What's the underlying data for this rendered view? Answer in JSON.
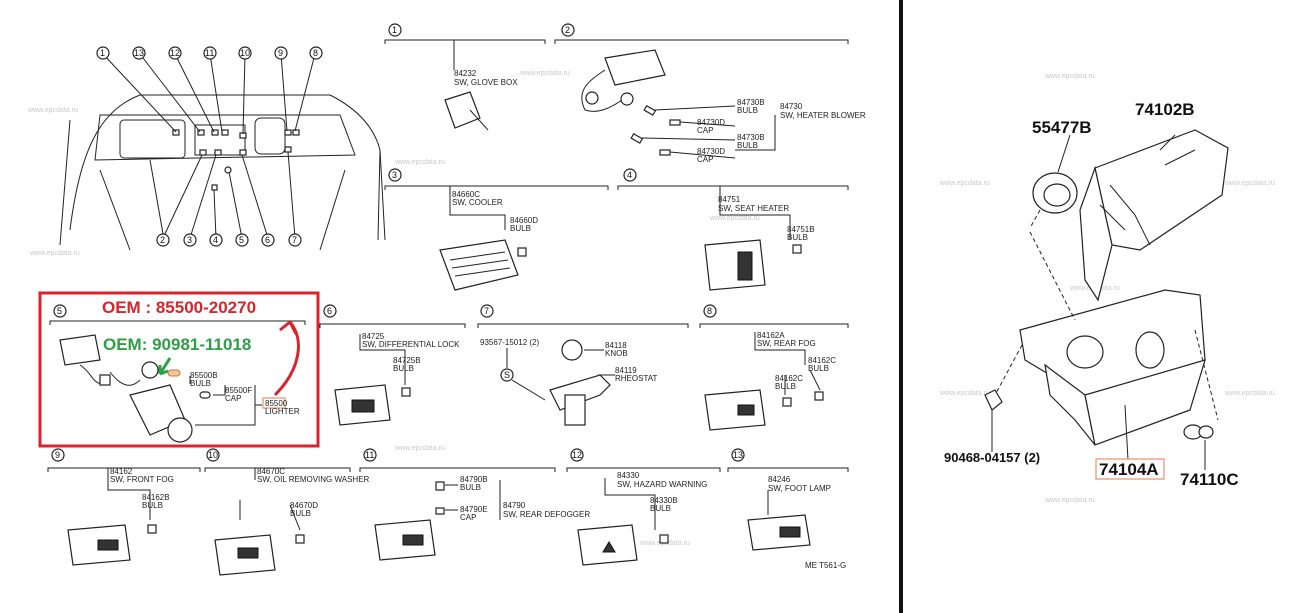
{
  "left_diagram": {
    "overview_callouts": [
      "1",
      "13",
      "12",
      "11",
      "10",
      "9",
      "8",
      "2",
      "3",
      "4",
      "5",
      "6",
      "7"
    ],
    "sections": [
      {
        "num": "1",
        "parts": [
          {
            "code": "84232",
            "desc": "SW, GLOVE BOX"
          }
        ]
      },
      {
        "num": "2",
        "parts": [
          {
            "code": "84730B",
            "desc": "BULB"
          },
          {
            "code": "84730",
            "desc": "SW, HEATER BLOWER"
          },
          {
            "code": "84730D",
            "desc": "CAP"
          },
          {
            "code": "84730B",
            "desc": "BULB"
          },
          {
            "code": "84730D",
            "desc": "CAP"
          }
        ]
      },
      {
        "num": "3",
        "parts": [
          {
            "code": "84660C",
            "desc": "SW, COOLER"
          },
          {
            "code": "84660D",
            "desc": "BULB"
          }
        ]
      },
      {
        "num": "4",
        "parts": [
          {
            "code": "84751",
            "desc": "SW, SEAT HEATER"
          },
          {
            "code": "84751B",
            "desc": "BULB"
          }
        ]
      },
      {
        "num": "5",
        "parts": [
          {
            "code": "85500B",
            "desc": "BULB"
          },
          {
            "code": "85500F",
            "desc": "CAP"
          },
          {
            "code": "85500",
            "desc": "LIGHTER"
          }
        ]
      },
      {
        "num": "6",
        "parts": [
          {
            "code": "84725",
            "desc": "SW, DIFFERENTIAL LOCK"
          },
          {
            "code": "84725B",
            "desc": "BULB"
          }
        ]
      },
      {
        "num": "7",
        "parts": [
          {
            "code": "93567-15012 (2)",
            "desc": ""
          },
          {
            "code": "84118",
            "desc": "KNOB"
          },
          {
            "code": "84119",
            "desc": "RHEOSTAT"
          }
        ],
        "screw": "S"
      },
      {
        "num": "8",
        "parts": [
          {
            "code": "84162A",
            "desc": "SW, REAR FOG"
          },
          {
            "code": "84162C",
            "desc": "BULB"
          },
          {
            "code": "84162C",
            "desc": "BULB"
          }
        ]
      },
      {
        "num": "9",
        "parts": [
          {
            "code": "84162",
            "desc": "SW, FRONT FOG"
          },
          {
            "code": "84162B",
            "desc": "BULB"
          }
        ]
      },
      {
        "num": "10",
        "parts": [
          {
            "code": "84670C",
            "desc": "SW, OIL REMOVING WASHER"
          },
          {
            "code": "84670D",
            "desc": "BULB"
          }
        ]
      },
      {
        "num": "11",
        "parts": [
          {
            "code": "84790B",
            "desc": "BULB"
          },
          {
            "code": "84790",
            "desc": "SW, REAR DEFOGGER"
          },
          {
            "code": "84790E",
            "desc": "CAP"
          }
        ]
      },
      {
        "num": "12",
        "parts": [
          {
            "code": "84330",
            "desc": "SW, HAZARD WARNING"
          },
          {
            "code": "84330B",
            "desc": "BULB"
          }
        ]
      },
      {
        "num": "13",
        "parts": [
          {
            "code": "84246",
            "desc": "SW, FOOT LAMP"
          }
        ]
      }
    ],
    "footer_code": "ME T561-G"
  },
  "annotations": {
    "oem_lighter": "OEM : 85500-20270",
    "oem_bulb": "OEM: 90981-11018",
    "colors": {
      "red": "#d9242b",
      "green": "#2e9e47",
      "box_highlight": "#f1a58a"
    }
  },
  "right_diagram": {
    "labels": {
      "a": "55477B",
      "b": "74102B",
      "c": "90468-04157 (2)",
      "d": "74104A",
      "e": "74110C"
    }
  },
  "watermark": "www.epcdata.ru"
}
